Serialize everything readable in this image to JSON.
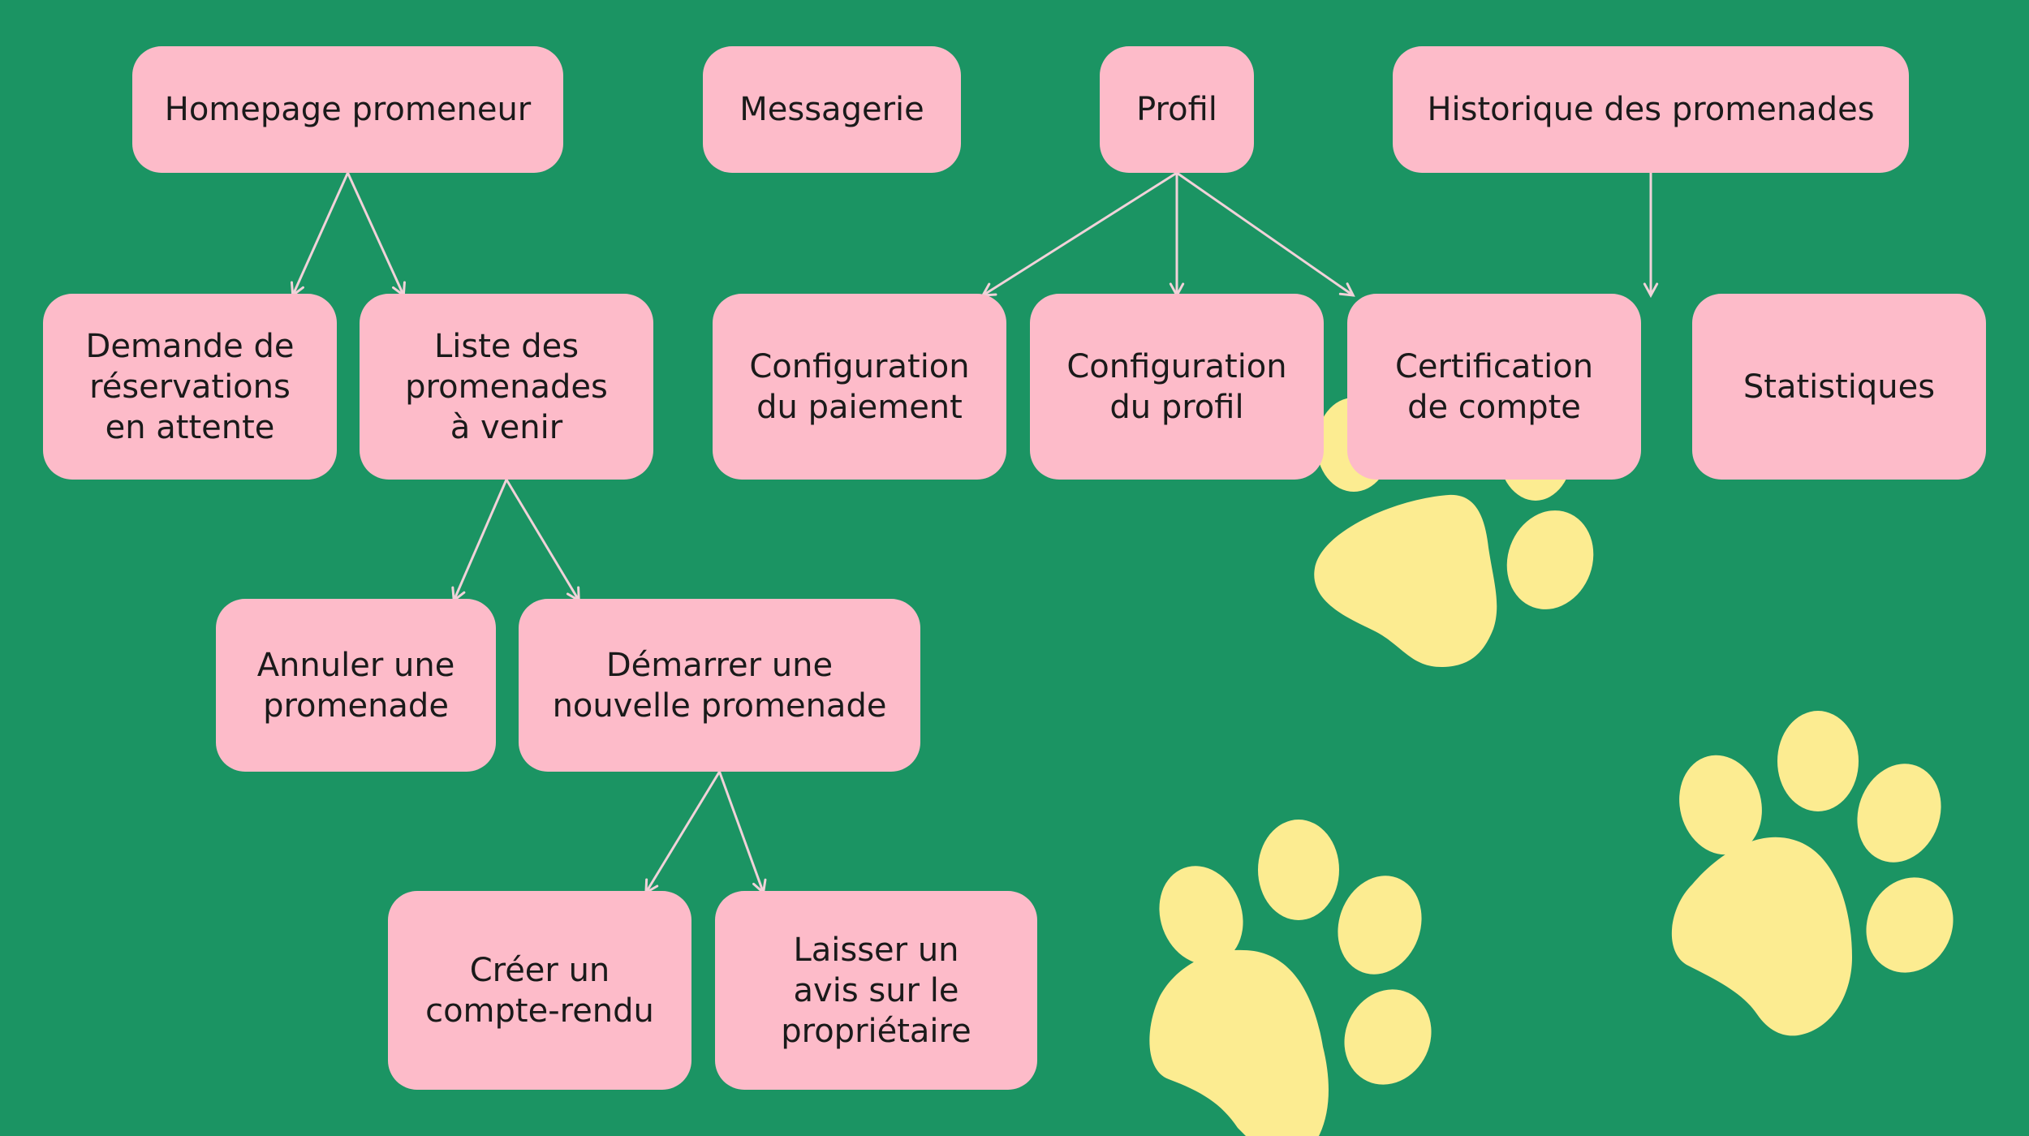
{
  "colors": {
    "background": "#1b9463",
    "node_fill": "#fdbbc9",
    "node_text": "#1a1a1a",
    "arrow": "#f1d2d9",
    "paw": "#fcec91"
  },
  "nodes": {
    "homepage": {
      "label": "Homepage promeneur"
    },
    "messagerie": {
      "label": "Messagerie"
    },
    "profil": {
      "label": "Profil"
    },
    "historique": {
      "label": "Historique des promenades"
    },
    "demande": {
      "label": "Demande de\nréservations\nen attente"
    },
    "liste": {
      "label": "Liste des\npromenades\nà venir"
    },
    "confpay": {
      "label": "Configuration\ndu paiement"
    },
    "confprof": {
      "label": "Configuration\ndu profil"
    },
    "certif": {
      "label": "Certification\nde compte"
    },
    "stats": {
      "label": "Statistiques"
    },
    "annuler": {
      "label": "Annuler une\npromenade"
    },
    "demarrer": {
      "label": "Démarrer une\nnouvelle promenade"
    },
    "creer": {
      "label": "Créer un\ncompte-rendu"
    },
    "laisser": {
      "label": "Laisser un\navis sur le\npropriétaire"
    }
  },
  "edges": [
    {
      "from": "homepage",
      "to": "demande"
    },
    {
      "from": "homepage",
      "to": "liste"
    },
    {
      "from": "profil",
      "to": "confpay"
    },
    {
      "from": "profil",
      "to": "confprof"
    },
    {
      "from": "profil",
      "to": "certif"
    },
    {
      "from": "historique",
      "to": "stats"
    },
    {
      "from": "liste",
      "to": "annuler"
    },
    {
      "from": "liste",
      "to": "demarrer"
    },
    {
      "from": "demarrer",
      "to": "creer"
    },
    {
      "from": "demarrer",
      "to": "laisser"
    }
  ],
  "decorations": {
    "paw_icon": "paw-print-icon"
  }
}
